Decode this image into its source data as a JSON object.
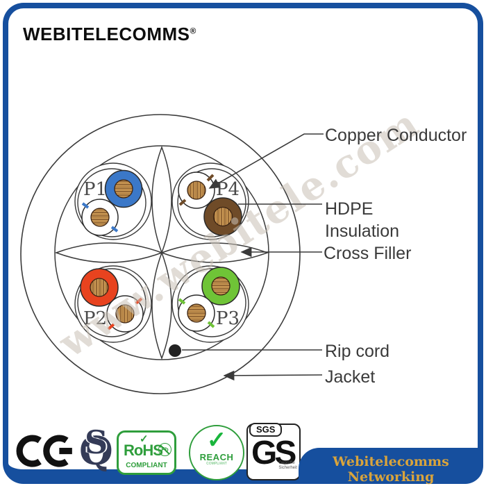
{
  "header": {
    "brand": "WEBITELECOMMS",
    "registered": "®"
  },
  "diagram": {
    "watermark": "www.webitele.com",
    "pairs": [
      {
        "label": "P1",
        "color": "#3B78C8"
      },
      {
        "label": "P2",
        "color": "#E8431F"
      },
      {
        "label": "P3",
        "color": "#6FC437"
      },
      {
        "label": "P4",
        "color": "#6F4B28"
      }
    ],
    "labels": {
      "copper_conductor": "Copper Conductor",
      "hdpe_line1": "HDPE",
      "hdpe_line2": "Insulation",
      "cross_filler": "Cross Filler",
      "rip_cord": "Rip cord",
      "jacket": "Jacket"
    }
  },
  "certifications": {
    "ce": "CE",
    "qs": {
      "q": "Q",
      "s": "S"
    },
    "rohs": {
      "check": "✓",
      "title": "RoHS",
      "pb": "Pb",
      "subtitle": "COMPLIANT"
    },
    "reach": {
      "check": "✓",
      "title": "REACH",
      "subtitle": "COMPLIANT"
    },
    "sgs": {
      "tag": "SGS",
      "title": "GS",
      "small_line1": "Geprüfte",
      "small_line2": "Sicherheit"
    }
  },
  "footer": {
    "banner": "Webitelecomms Networking"
  },
  "colors": {
    "frame_blue": "#164F9E",
    "banner_gold": "#D9A43C",
    "cert_green": "#2F9E3C",
    "copper": "#D8A75F",
    "outline": "#3A3A3A"
  }
}
